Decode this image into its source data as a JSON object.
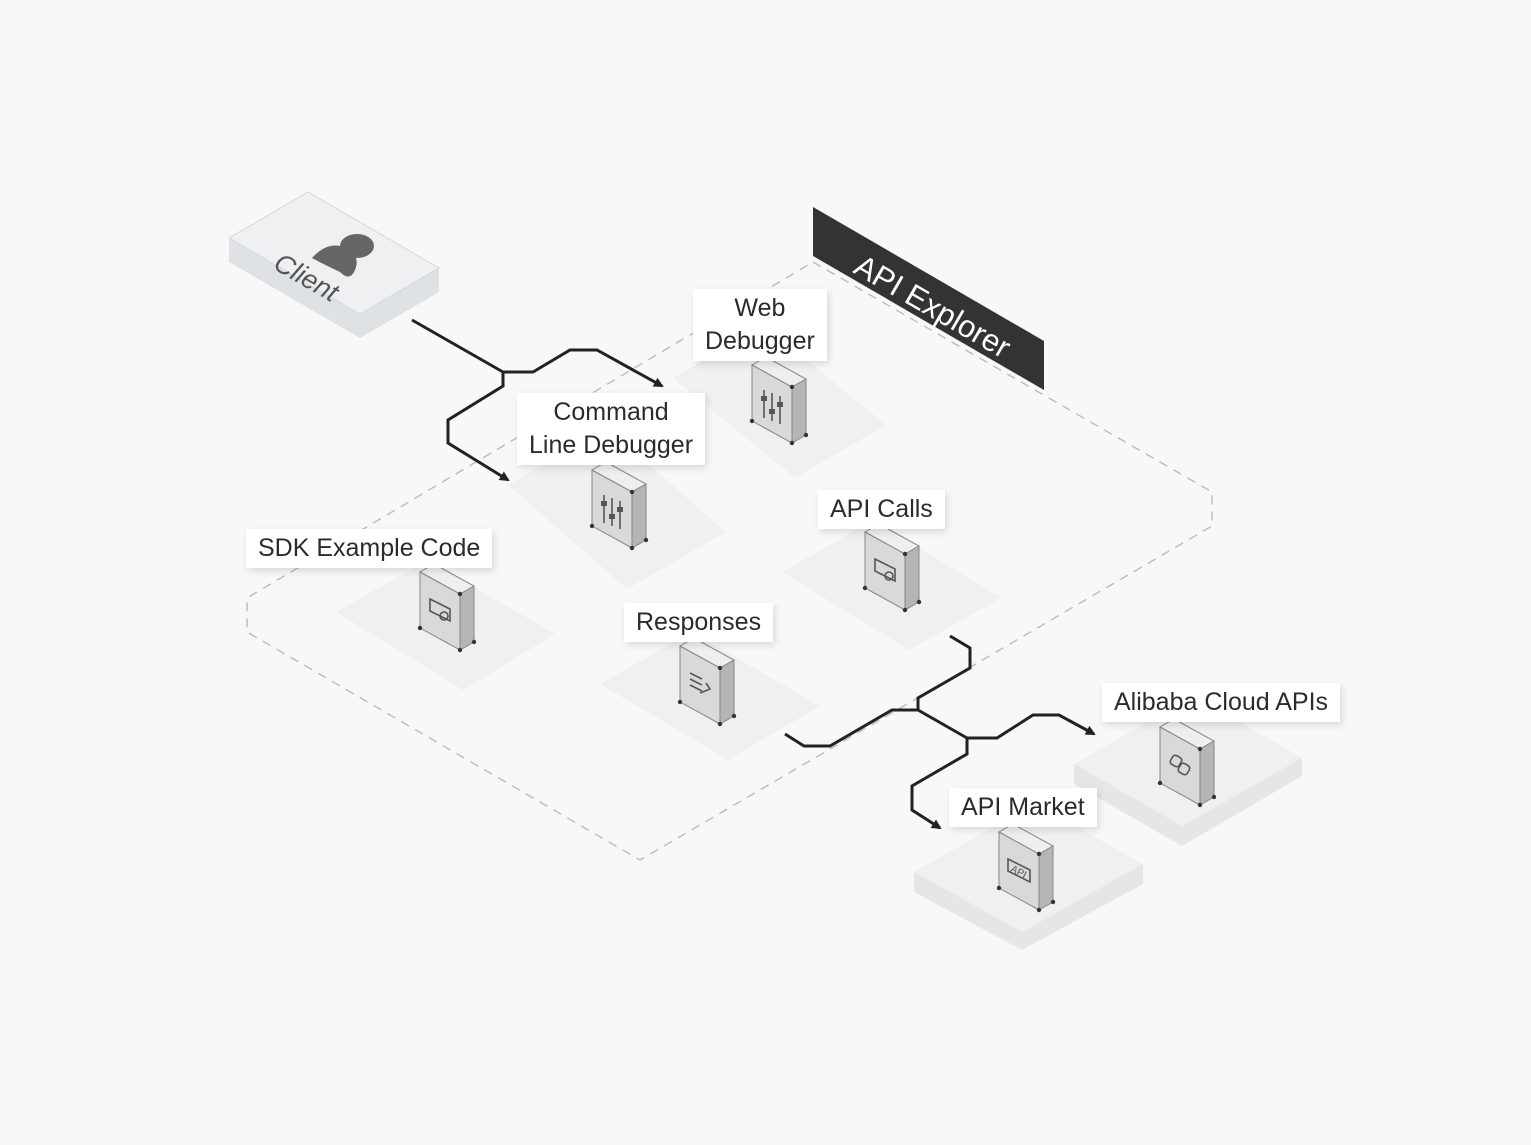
{
  "client": {
    "label": "Client",
    "icon": "user-icon"
  },
  "region": {
    "banner": "API Explorer"
  },
  "nodes": {
    "web_debugger": {
      "lines": [
        "Web",
        "Debugger"
      ],
      "icon": "sliders-icon"
    },
    "cli_debugger": {
      "lines": [
        "Command",
        "Line Debugger"
      ],
      "icon": "sliders-icon"
    },
    "api_calls": {
      "lines": [
        "API Calls"
      ],
      "icon": "window-gear-icon"
    },
    "sdk_example": {
      "lines": [
        "SDK Example Code"
      ],
      "icon": "window-gear-icon"
    },
    "responses": {
      "lines": [
        "Responses"
      ],
      "icon": "list-arrow-icon"
    },
    "alibaba_cloud_apis": {
      "lines": [
        "Alibaba Cloud APIs"
      ],
      "icon": "link-icon"
    },
    "api_market": {
      "lines": [
        "API Market"
      ],
      "icon": "api-icon"
    }
  },
  "colors": {
    "background": "#f8f8f8",
    "tile": "#eef0f2",
    "banner": "#333333",
    "connector": "#222222",
    "device_front": "#d9d9d9",
    "device_side": "#b5b5b5"
  }
}
